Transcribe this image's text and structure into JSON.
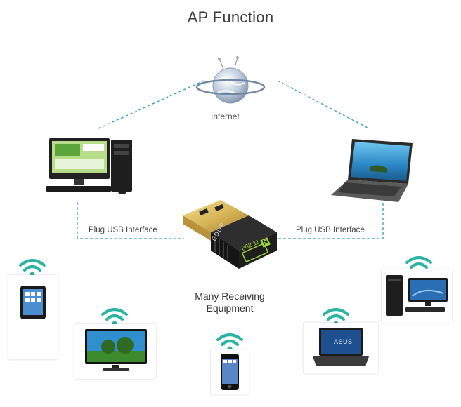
{
  "title": "AP Function",
  "internet": {
    "label": "Internet",
    "icon": "globe-icon"
  },
  "adapter": {
    "brand": "EDUP",
    "standard": "802.11",
    "badge": "N"
  },
  "connections": {
    "left_label": "Plug USB Interface",
    "right_label": "Plug USB Interface"
  },
  "receivers": {
    "label_line1": "Many Receiving",
    "label_line2": "Equipment",
    "items": [
      {
        "name": "tablet",
        "icon": "tablet-icon"
      },
      {
        "name": "tv",
        "icon": "tv-icon"
      },
      {
        "name": "phone",
        "icon": "phone-icon"
      },
      {
        "name": "laptop",
        "icon": "laptop-icon",
        "logo": "ASUS"
      },
      {
        "name": "desktop",
        "icon": "desktop-icon"
      }
    ]
  },
  "colors": {
    "wifi": "#2bb3a4",
    "dashed": "#2a9fc0",
    "adapter_gold": "#d9b75a"
  }
}
